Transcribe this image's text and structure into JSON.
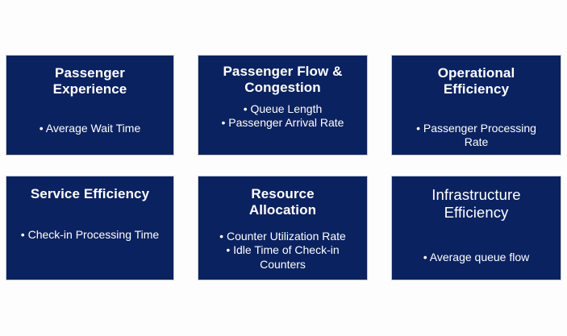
{
  "background_color": "#fdfdfe",
  "card_color": "#0b2260",
  "card_border_color": "#c8c9cf",
  "text_color": "#ffffff",
  "cards": [
    {
      "title": "Passenger\nExperience",
      "title_style": "bold",
      "bullets": [
        "• Average Wait Time"
      ]
    },
    {
      "title": "Passenger Flow &\nCongestion",
      "title_style": "bold",
      "bullets": [
        "• Queue Length",
        "• Passenger Arrival Rate"
      ]
    },
    {
      "title": "Operational\nEfficiency",
      "title_style": "bold",
      "bullets": [
        "• Passenger Processing\nRate"
      ]
    },
    {
      "title": "Service Efficiency",
      "title_style": "bold",
      "bullets": [
        "• Check-in Processing Time"
      ]
    },
    {
      "title": "Resource\nAllocation",
      "title_style": "bold",
      "bullets": [
        "• Counter Utilization Rate",
        "• Idle Time of Check-in\nCounters"
      ]
    },
    {
      "title": "Infrastructure\nEfficiency",
      "title_style": "regular",
      "bullets": [
        "• Average queue flow"
      ]
    }
  ]
}
